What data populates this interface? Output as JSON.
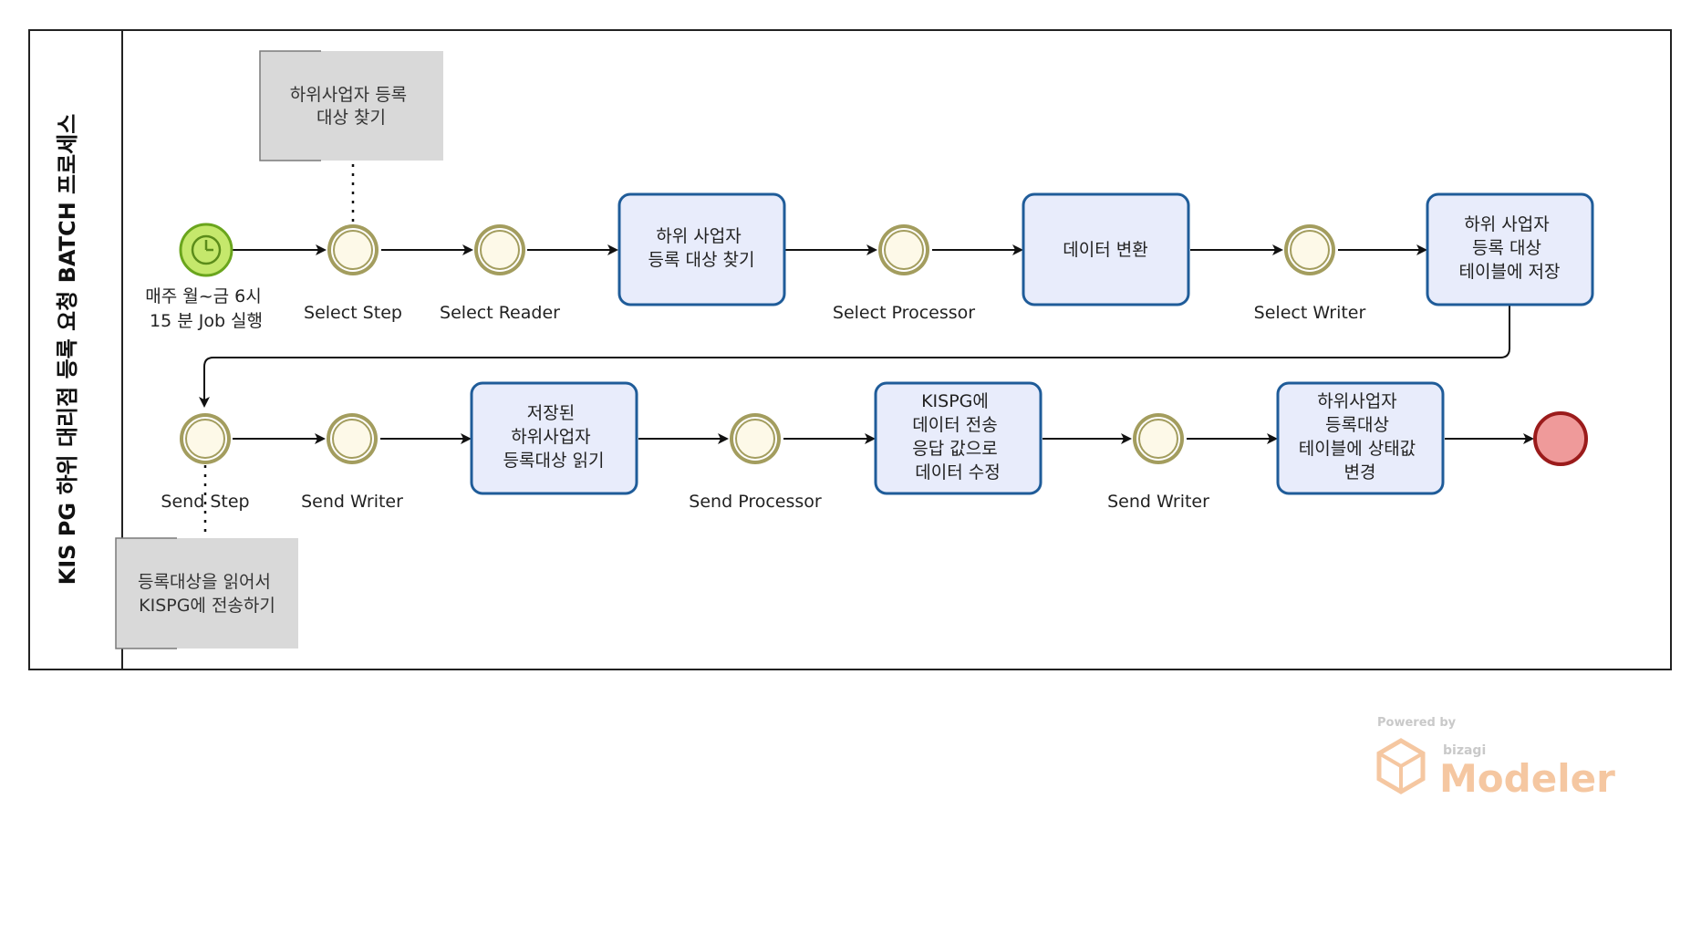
{
  "pool": {
    "title": "KIS PG 하위 대리점 등록 요청 BATCH 프로세스"
  },
  "start_event": {
    "label_lines": [
      "매주 월~금 6시",
      "15 분 Job 실행"
    ]
  },
  "annotations": {
    "select": [
      "하위사업자 등록",
      "대상 찾기"
    ],
    "send": [
      "등록대상을 읽어서",
      "KISPG에 전송하기"
    ]
  },
  "row1": {
    "events": [
      "Select Step",
      "Select Reader",
      "Select Processor",
      "Select Writer"
    ],
    "tasks": [
      [
        "하위 사업자",
        "등록 대상 찾기"
      ],
      [
        "데이터 변환"
      ],
      [
        "하위 사업자",
        "등록 대상",
        "테이블에 저장"
      ]
    ]
  },
  "row2": {
    "events": [
      "Send Step",
      "Send Writer",
      "Send Processor",
      "Send Writer"
    ],
    "tasks": [
      [
        "저장된",
        "하위사업자",
        "등록대상 읽기"
      ],
      [
        "KISPG에",
        "데이터 전송",
        "응답 값으로",
        "데이터 수정"
      ],
      [
        "하위사업자",
        "등록대상",
        "테이블에 상태값",
        "변경"
      ]
    ]
  },
  "watermark": {
    "powered": "Powered by",
    "brand": "bizagi",
    "product": "Modeler"
  },
  "colors": {
    "task_fill": "#e8ecfb",
    "task_stroke": "#1f5c99",
    "event_fill": "#fdf9e8",
    "event_stroke": "#a39d5e",
    "start_fill": "#c5e86c",
    "start_stroke": "#6aa51d",
    "end_fill": "#ef9a9a",
    "end_stroke": "#9b1b1b",
    "annotation_fill": "#d9d9d9"
  }
}
